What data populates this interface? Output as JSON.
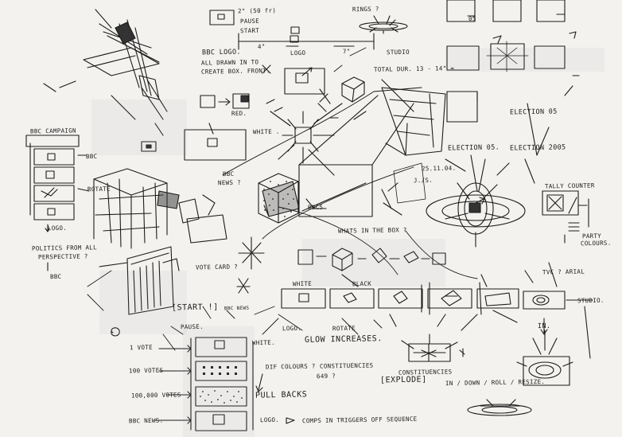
{
  "labels": {
    "pause_timing": "2\" (50 fr)",
    "pause": "PAUSE",
    "start": "START",
    "rings": "RINGS ?",
    "dim_4in": "4\"",
    "logo_caption": "LOGO",
    "dim_7in": "7\"",
    "studio_top": "STUDIO",
    "bbc_logo": "BBC LOGO.",
    "all_drawn_1": "ALL DRAWN IN TO",
    "all_drawn_2": "CREATE BOX. FRONT.",
    "total_dur": "TOTAL DUR. 13 - 14\" ≃",
    "red": "RED.",
    "white_1": "WHITE .",
    "bbc_news_1": "BBC",
    "bbc_news_2": "NEWS ?",
    "date": "25.11.04.",
    "initials": "J./S.",
    "election_05a": "ELECTION 05",
    "election_05b": "ELECTION 05.",
    "election_2005": "ELECTION 2005",
    "tally": "TALLY COUNTER",
    "party_1": "PARTY",
    "party_2": "COLOURS.",
    "box_05": "05",
    "bbc_box": "BBC5",
    "whats_in_box": "WHATS IN THE BOX ?",
    "campaign": "BBC CAMPAIGN",
    "bbc_small": "BBC",
    "rotate_left": "ROTATE",
    "logo_left": "LOGO.",
    "politics_1": "POLITICS FROM ALL",
    "politics_2": "PERSPECTIVE ?",
    "bbc_bottom": "BBC",
    "vote_card": "VOTE CARD ?",
    "start_bracket": "[START !]",
    "bbc_news_small": "BBC NEWS",
    "pause_lower": "PAUSE.",
    "white_2": "WHITE",
    "black": "BLACK",
    "logo_mid": "LOGO.",
    "rotate_mid": "ROTATE",
    "glow": "GLOW INCREASES.",
    "tvc_arial": "TVC ? ARIAL",
    "studio_right": "STUDIO.",
    "in_label": "IN.",
    "explode": "[EXPLODE]",
    "constituencies": "CONSTITUENCIES",
    "in_down": "IN / DOWN / ROLL / RESIZE.",
    "one_vote": "1 VOTE",
    "hundred_votes": "100 VOTES",
    "hundred_k_votes": "100,000 VOTES",
    "bbc_news_bottom": "BBC NEWS.",
    "white_small": "WHITE.",
    "dif_colours": "DIF COLOURS ?",
    "constituencies_q": "CONSTITUENCIES",
    "num_649": "649 ?",
    "pull_backs": "PULL BACKS",
    "logo_bottom": "LOGO.",
    "comps_in": "COMPS IN TRIGGERS OFF SEQUENCE"
  }
}
